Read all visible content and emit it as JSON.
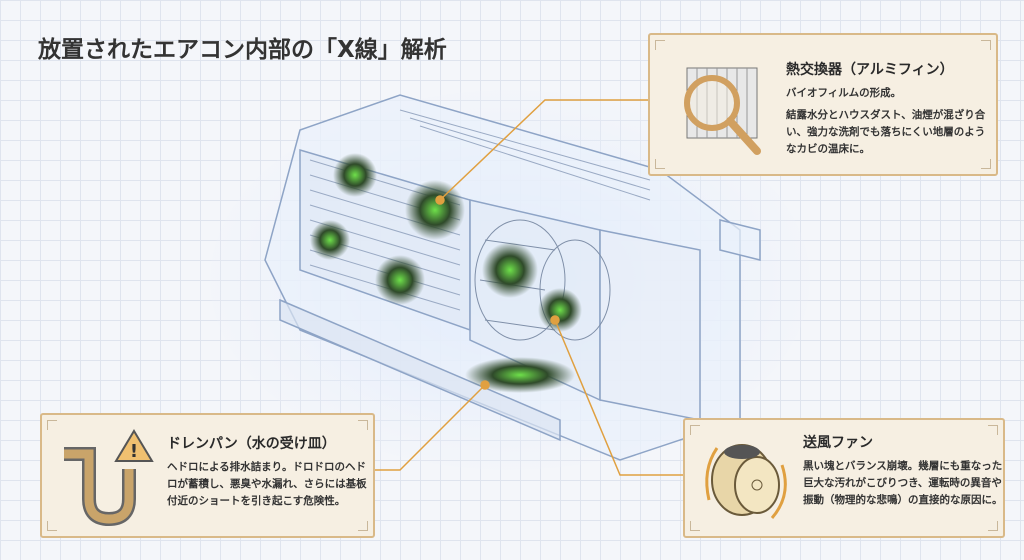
{
  "title": "放置されたエアコン内部の「X線」解析",
  "accent": "#e0a040",
  "cards": {
    "heat_exchanger": {
      "title": "熱交換器（アルミフィン）",
      "subtitle": "バイオフィルムの形成。",
      "body": "結露水分とハウスダスト、油煙が混ざり合い、強力な洗剤でも落ちにくい地層のようなカビの温床に。"
    },
    "drain_pan": {
      "title": "ドレンパン（水の受け皿）",
      "body": "ヘドロによる排水詰まり。ドロドロのヘドロが蓄積し、悪臭や水漏れ、さらには基板付近のショートを引き起こす危険性。"
    },
    "fan": {
      "title": "送風ファン",
      "body": "黒い塊とバランス崩壊。幾層にも重なった巨大な汚れがこびりつき、運転時の異音や振動（物理的な悲鳴）の直接的な原因に。"
    }
  }
}
